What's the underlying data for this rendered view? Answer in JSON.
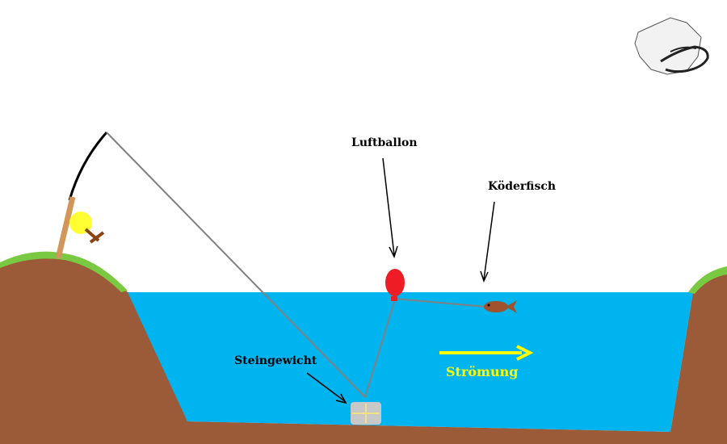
{
  "labels": {
    "balloon": "Luftballon",
    "bait_fish": "Köderfisch",
    "stone_weight": "Steingewicht",
    "current": "Strömung"
  },
  "colors": {
    "water": "#00b4ef",
    "bank": "#9b5a38",
    "grass": "#7ac943",
    "balloon": "#ee1c24",
    "fish": "#a0522d",
    "current_arrow": "#ffff00",
    "line": "#808080",
    "reel": "#ffff33",
    "stone": "#c8c8c8"
  },
  "logo": {
    "icon": "catfish-map-logo"
  }
}
